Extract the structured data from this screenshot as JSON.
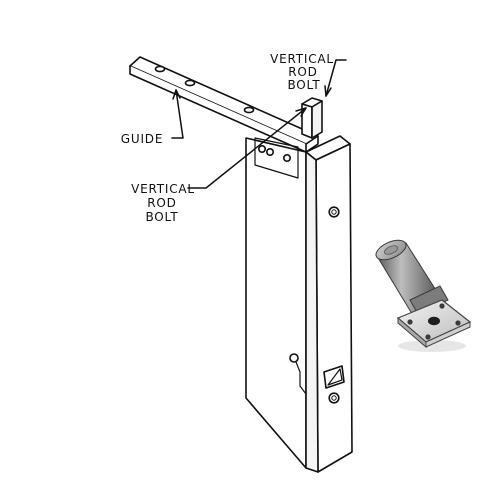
{
  "diagram": {
    "labels": {
      "top_callout": [
        "VERTICAL",
        "ROD",
        "BOLT"
      ],
      "guide_callout": "GUIDE",
      "mid_callout": [
        "VERTICAL",
        "ROD",
        "BOLT"
      ]
    }
  }
}
